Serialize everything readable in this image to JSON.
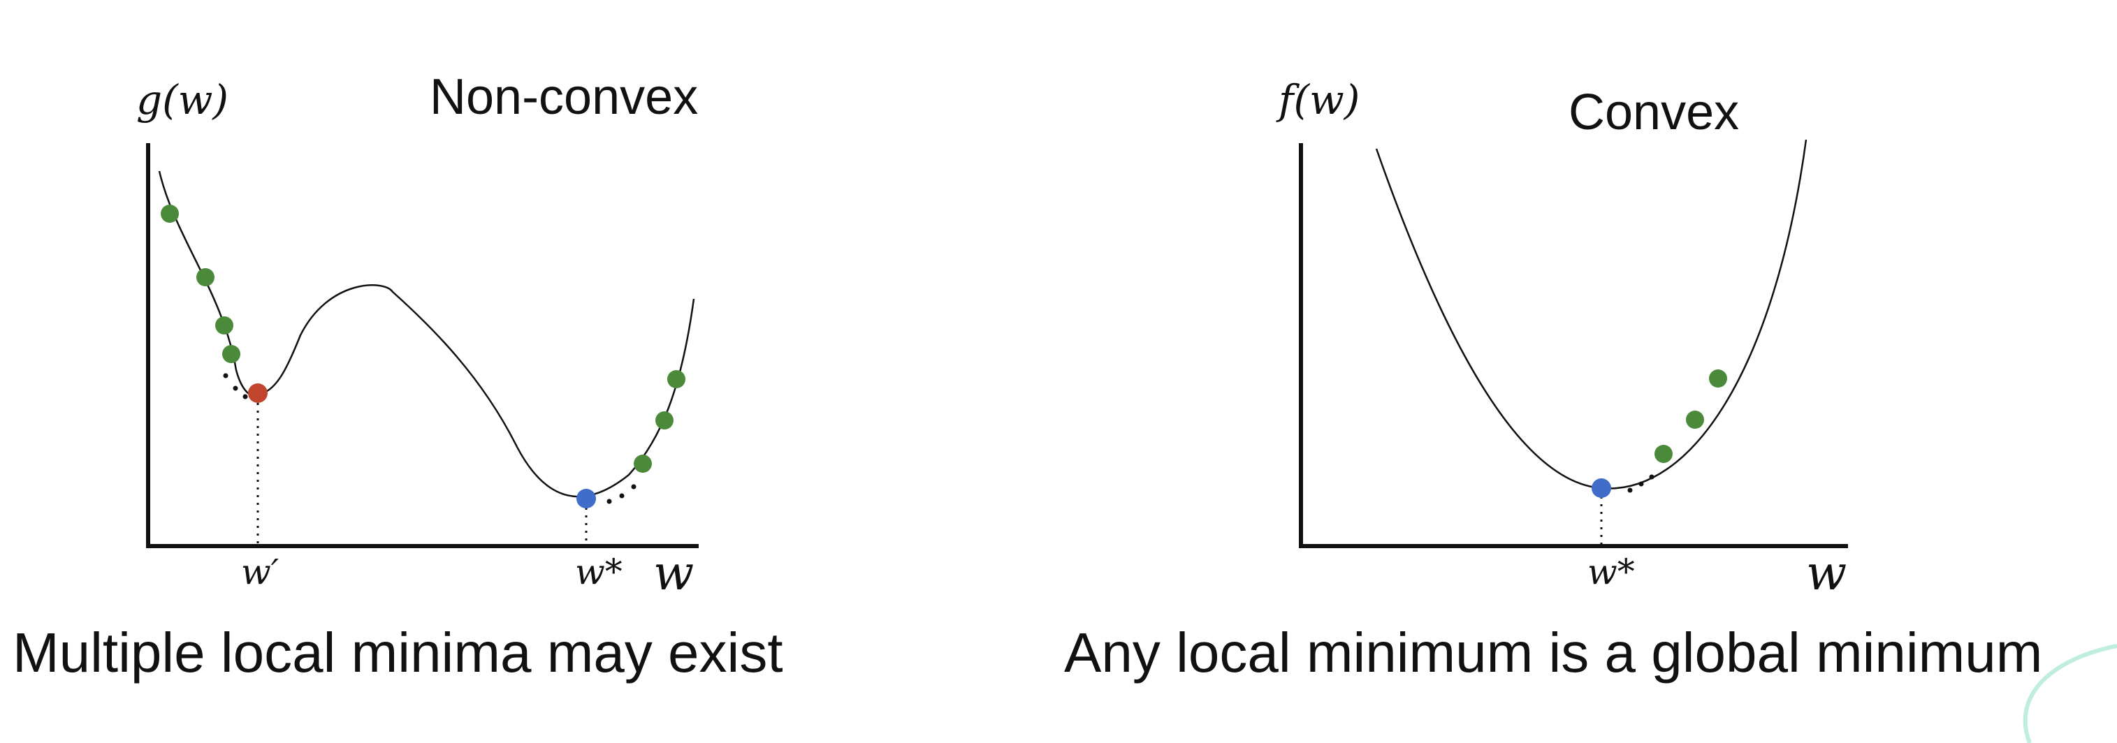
{
  "left_panel": {
    "ylabel": "g(w)",
    "title": "Non-convex",
    "xlabel": "w",
    "local_min_label": "w′",
    "global_min_label": "w*",
    "caption": "Multiple local minima may exist"
  },
  "right_panel": {
    "ylabel": "f(w)",
    "title": "Convex",
    "xlabel": "w",
    "global_min_label": "w*",
    "caption": "Any local minimum is a global minimum"
  },
  "colors": {
    "step_point": "#4b8a3a",
    "local_min_point": "#c0452c",
    "global_min_point": "#3f6dc9",
    "curve": "#111111",
    "text": "#111111",
    "watermark": "#bfeede"
  }
}
